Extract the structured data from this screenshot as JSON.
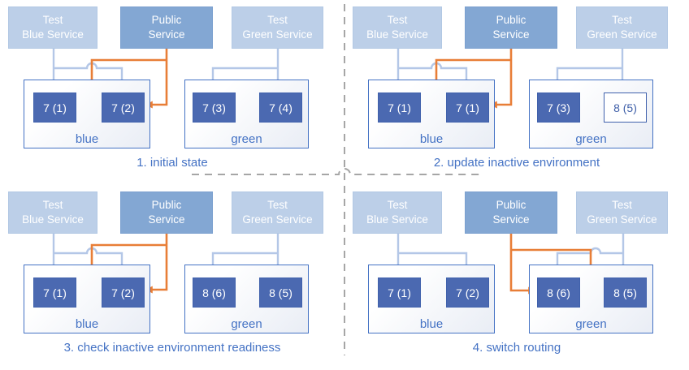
{
  "colors": {
    "light_service_fill": "#bccfe8",
    "light_service_border": "#b2c8e4",
    "public_service_fill": "#83a7d3",
    "public_service_border": "#7ba0cf",
    "service_text": "#ffffff",
    "pod_fill": "#4b69b1",
    "pod_border": "#4061ac",
    "pod_text": "#ffffff",
    "pod_new_fill": "#ffffff",
    "pod_new_text": "#3f5fa8",
    "env_border": "#4472c4",
    "env_label_text": "#4472c4",
    "light_arrow": "#b4c7e7",
    "orange_arrow": "#e87e37",
    "caption_text": "#4472c4",
    "divider": "#a6a6a6"
  },
  "services": [
    {
      "line1": "Test",
      "line2": "Blue Service"
    },
    {
      "line1": "Public",
      "line2": "Service"
    },
    {
      "line1": "Test",
      "line2": "Green Service"
    }
  ],
  "quadrants": [
    {
      "caption": "1. initial state",
      "blue": {
        "label": "blue",
        "pods": [
          "7 (1)",
          "7 (2)"
        ]
      },
      "green": {
        "label": "green",
        "pods": [
          "7 (3)",
          "7 (4)"
        ]
      }
    },
    {
      "caption": "2. update inactive environment",
      "blue": {
        "label": "blue",
        "pods": [
          "7 (1)",
          "7 (1)"
        ]
      },
      "green": {
        "label": "green",
        "pods": [
          "7 (3)",
          "8 (5)"
        ]
      }
    },
    {
      "caption": "3. check inactive environment readiness",
      "blue": {
        "label": "blue",
        "pods": [
          "7 (1)",
          "7 (2)"
        ]
      },
      "green": {
        "label": "green",
        "pods": [
          "8 (6)",
          "8 (5)"
        ]
      }
    },
    {
      "caption": "4. switch routing",
      "blue": {
        "label": "blue",
        "pods": [
          "7 (1)",
          "7 (2)"
        ]
      },
      "green": {
        "label": "green",
        "pods": [
          "8 (6)",
          "8 (5)"
        ]
      }
    }
  ]
}
